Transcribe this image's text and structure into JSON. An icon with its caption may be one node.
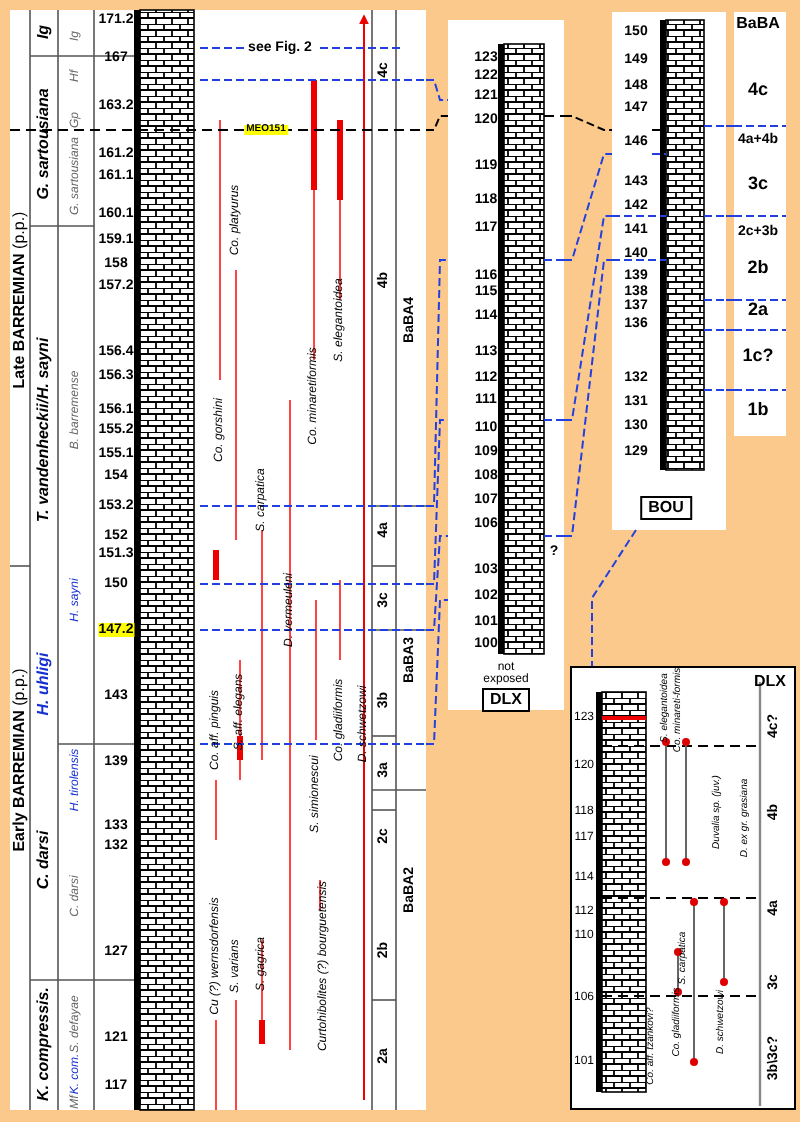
{
  "diagram": {
    "nodes": [
      {
        "text": [
          "**Late BARREMIAN** (p.p.)",
          "**Early BARREMIAN** (p.p.)",
          "Ig",
          "G. sartousiana",
          "T. vandenheckii/H. sayni",
          "H. uhligi",
          "C. darsi",
          "K. compressis.",
          "Ig",
          "Hf",
          "Gp",
          "G. sartousiana",
          "B. barremense",
          "H. sayni",
          "H. tirolensis",
          "C. darsi",
          "S. defayae",
          "K. com.",
          "Mf",
          "171.2",
          "167",
          "163.2",
          "161.2",
          "161.1",
          "160.1",
          "159.1",
          "158",
          "157.2",
          "156.4",
          "156.3",
          "156.1",
          "155.2",
          "155.1",
          "154",
          "153.2",
          "152",
          "151.3",
          "150",
          "147.2",
          "143",
          "139",
          "133",
          "132",
          "127",
          "121",
          "117",
          "see Fig. 2",
          "MEO151",
          "Co. platyurus",
          "S. elegantoidea",
          "Co. minaretiformis",
          "Co. gorshini",
          "S. carpatica",
          "D. vermeuleni",
          "S. aff. elegans",
          "Co. gladiiformis",
          "D. schwetzowi",
          "Co. aff. pinguis",
          "S. simionescui",
          "Cu (?) wernsdorfensis",
          "S. varians",
          "S. gagrica",
          "Curtohibolites (?) bourguetensis",
          "4c",
          "4b",
          "4a",
          "3c",
          "3b",
          "3a",
          "2c",
          "2b",
          "2a",
          "BaBA4",
          "BaBA3",
          "BaBA2"
        ]
      },
      {
        "text": [
          "123",
          "122",
          "121",
          "120",
          "119",
          "118",
          "117",
          "116",
          "115",
          "114",
          "113",
          "112",
          "111",
          "110",
          "109",
          "108",
          "107",
          "106",
          "?",
          "103",
          "102",
          "101",
          "100",
          "not exposed",
          "DLX"
        ]
      },
      {
        "text": [
          "150",
          "149",
          "148",
          "147",
          "146",
          "143",
          "142",
          "141",
          "140",
          "139",
          "138",
          "137",
          "136",
          "132",
          "131",
          "130",
          "129",
          "BOU"
        ]
      },
      {
        "text": [
          "BaBA",
          "4c",
          "4a+4b",
          "3c",
          "2c+3b",
          "2b",
          "2a",
          "1c?",
          "1b"
        ]
      },
      {
        "text": [
          "DLX",
          "S. elegantoidea",
          "Co. minareti-formis",
          "Duvalia sp. (juv.)",
          "D. ex gr. grasiana",
          "Co. aff. tzankovi?",
          "S. carpatica",
          "Co. gladiiformis",
          "D. schwetzowi",
          "4c?",
          "4b",
          "4a",
          "3c",
          "3b\\3c?",
          "123",
          "120",
          "118",
          "117",
          "114",
          "112",
          "110",
          "106",
          "101"
        ]
      }
    ],
    "edges": [
      {
        "from": 0,
        "to": 1,
        "arrow": "none",
        "style": "dashed"
      },
      {
        "from": 0,
        "to": 1,
        "arrow": "none",
        "style": "dashed",
        "color": "#000000"
      },
      {
        "from": 0,
        "to": 1,
        "arrow": "none",
        "style": "dashed"
      },
      {
        "from": 0,
        "to": 1,
        "arrow": "none",
        "style": "dashed"
      },
      {
        "from": 0,
        "to": 1,
        "arrow": "none",
        "style": "dashed"
      },
      {
        "from": 0,
        "to": 1,
        "arrow": "none",
        "style": "dashed"
      },
      {
        "from": 1,
        "to": 2,
        "arrow": "none",
        "style": "dashed",
        "color": "#000000"
      },
      {
        "from": 1,
        "to": 2,
        "arrow": "none",
        "style": "dashed"
      },
      {
        "from": 1,
        "to": 2,
        "arrow": "none",
        "style": "dashed"
      },
      {
        "from": 1,
        "to": 2,
        "arrow": "none",
        "style": "dashed"
      },
      {
        "from": 2,
        "to": 3,
        "arrow": "none",
        "style": "dashed"
      },
      {
        "from": 2,
        "to": 3,
        "arrow": "none",
        "style": "dashed"
      },
      {
        "from": 2,
        "to": 3,
        "arrow": "none",
        "style": "dashed"
      },
      {
        "from": 2,
        "to": 3,
        "arrow": "none",
        "style": "dashed"
      },
      {
        "from": 2,
        "to": 3,
        "arrow": "none",
        "style": "dashed"
      },
      {
        "from": 2,
        "to": 4,
        "arrow": "none",
        "style": "dashed"
      }
    ]
  }
}
